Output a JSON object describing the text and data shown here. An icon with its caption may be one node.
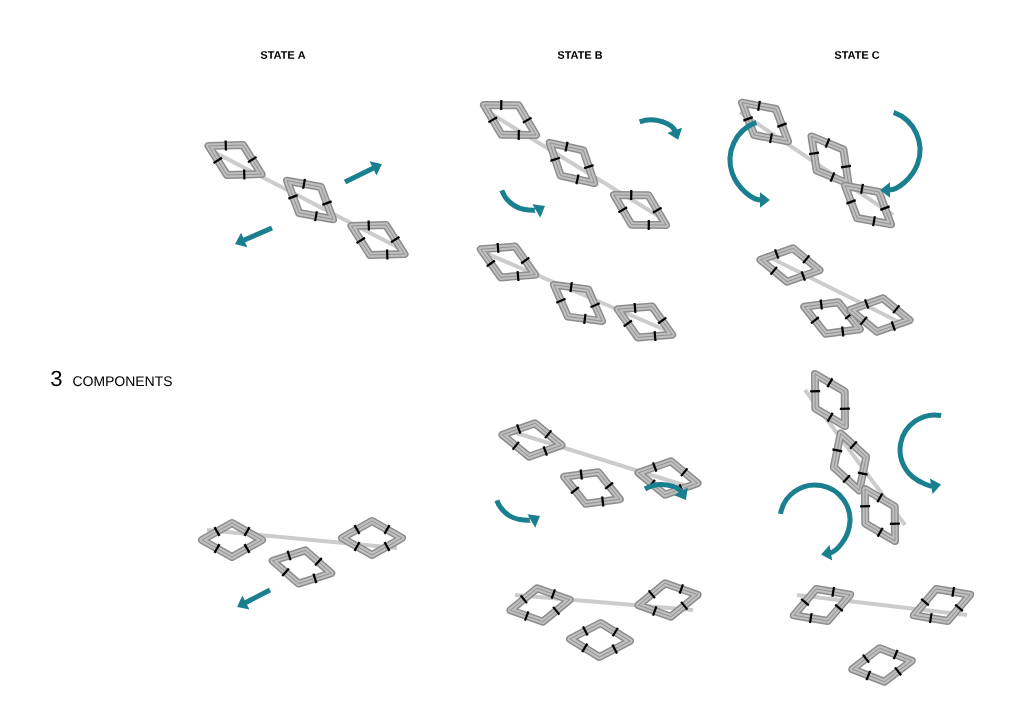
{
  "diagram": {
    "labels": [
      "STATE A",
      "STATE B",
      "STATE C",
      "3",
      "COMPONENTS"
    ]
  }
}
